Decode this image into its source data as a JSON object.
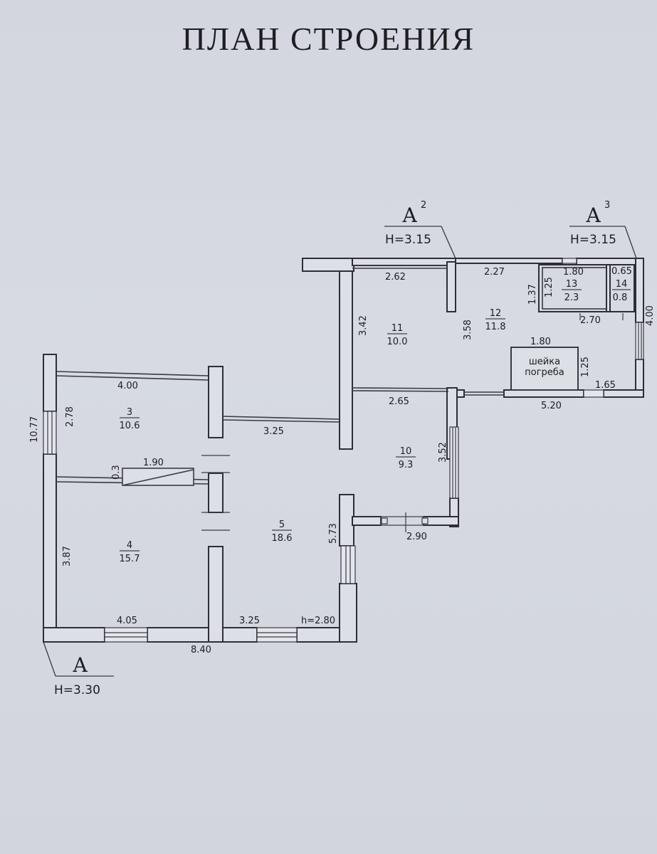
{
  "title": "ПЛАН СТРОЕНИЯ",
  "sections": [
    {
      "letter": "А",
      "sup": "",
      "height": "Н=3.30"
    },
    {
      "letter": "А",
      "sup": "2",
      "height": "Н=3.15"
    },
    {
      "letter": "А",
      "sup": "3",
      "height": "Н=3.15"
    }
  ],
  "rooms": [
    {
      "number": "3",
      "area": "10.6"
    },
    {
      "number": "4",
      "area": "15.7"
    },
    {
      "number": "5",
      "area": "18.6"
    },
    {
      "number": "10",
      "area": "9.3"
    },
    {
      "number": "11",
      "area": "10.0"
    },
    {
      "number": "12",
      "area": "11.8"
    },
    {
      "number": "13",
      "area": "2.3"
    },
    {
      "number": "14",
      "area": "0.8"
    }
  ],
  "cellar": {
    "line1": "шейка",
    "line2": "погреба"
  },
  "dimensions": {
    "d_10_77": "10.77",
    "d_4_00": "4.00",
    "d_2_78": "2.78",
    "d_0_3": "0.3",
    "d_1_90": "1.90",
    "d_3_87": "3.87",
    "d_4_05": "4.05",
    "d_8_40": "8.40",
    "d_3_25_top": "3.25",
    "d_3_25_bottom": "3.25",
    "ceiling_h": "h=2.80",
    "d_5_73": "5.73",
    "d_3_42": "3.42",
    "d_2_62": "2.62",
    "d_2_65": "2.65",
    "d_3_52": "3.52",
    "d_2_90": "2.90",
    "d_3_58": "3.58",
    "d_2_27": "2.27",
    "d_1_80_top": "1.80",
    "d_0_65": "0.65",
    "d_1_37": "1.37",
    "d_1_25_a": "1.25",
    "d_2_70": "2.70",
    "d_4_00_right": "4.00",
    "d_1_80_mid": "1.80",
    "d_1_25_b": "1.25",
    "d_1_65": "1.65",
    "d_5_20": "5.20"
  },
  "colors": {
    "wall": "#3a3a44",
    "wall_fill": "#d8dbe3",
    "ink": "#1d1d22",
    "paper": "#d5d8e1"
  }
}
